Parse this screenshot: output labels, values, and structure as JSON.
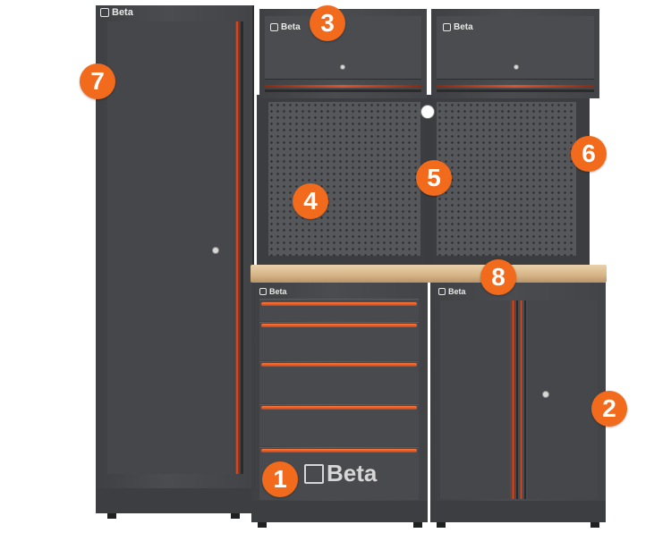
{
  "brand": {
    "logo_text": "Beta"
  },
  "callouts": [
    {
      "number": "1"
    },
    {
      "number": "2"
    },
    {
      "number": "3"
    },
    {
      "number": "4"
    },
    {
      "number": "5"
    },
    {
      "number": "6"
    },
    {
      "number": "7"
    },
    {
      "number": "8"
    }
  ],
  "colors": {
    "badge": "#f26a1b",
    "steel": "#46484c",
    "stripe": "#e0522a",
    "worktop": "#d9b98e"
  }
}
